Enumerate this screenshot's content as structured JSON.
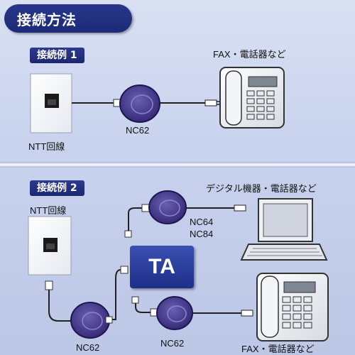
{
  "title": "接続方法",
  "example1": {
    "label": "接続例 1",
    "ntt_label": "NTT回線",
    "nc_label": "NC62",
    "device_label": "FAX・電話器など"
  },
  "example2": {
    "label": "接続例 2",
    "ntt_label": "NTT回線",
    "ta_label": "TA",
    "nc_top_label_1": "NC64",
    "nc_top_label_2": "NC84",
    "nc_left_label": "NC62",
    "nc_bottom_label": "NC62",
    "digital_label": "デジタル機器・電話器など",
    "device_label": "FAX・電話器など"
  },
  "colors": {
    "navy": "#1d2a78",
    "nc_purple": "#4b3d8e",
    "background": "#c9d3ee"
  }
}
